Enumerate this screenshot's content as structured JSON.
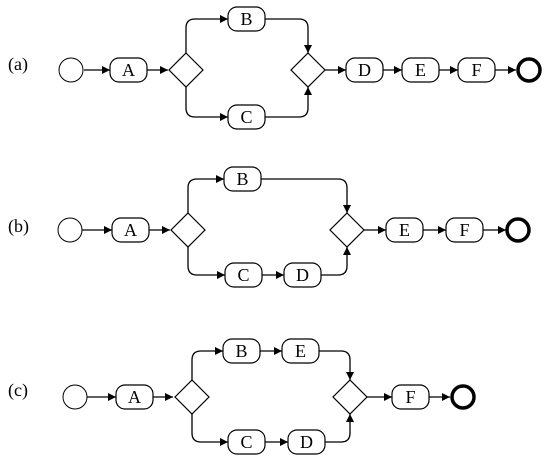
{
  "diagrams": [
    {
      "label": "(a)",
      "tasks": {
        "A": "A",
        "B": "B",
        "C": "C",
        "D": "D",
        "E": "E",
        "F": "F"
      }
    },
    {
      "label": "(b)",
      "tasks": {
        "A": "A",
        "B": "B",
        "C": "C",
        "D": "D",
        "E": "E",
        "F": "F"
      }
    },
    {
      "label": "(c)",
      "tasks": {
        "A": "A",
        "B": "B",
        "E": "E",
        "C": "C",
        "D": "D",
        "F": "F"
      }
    }
  ]
}
